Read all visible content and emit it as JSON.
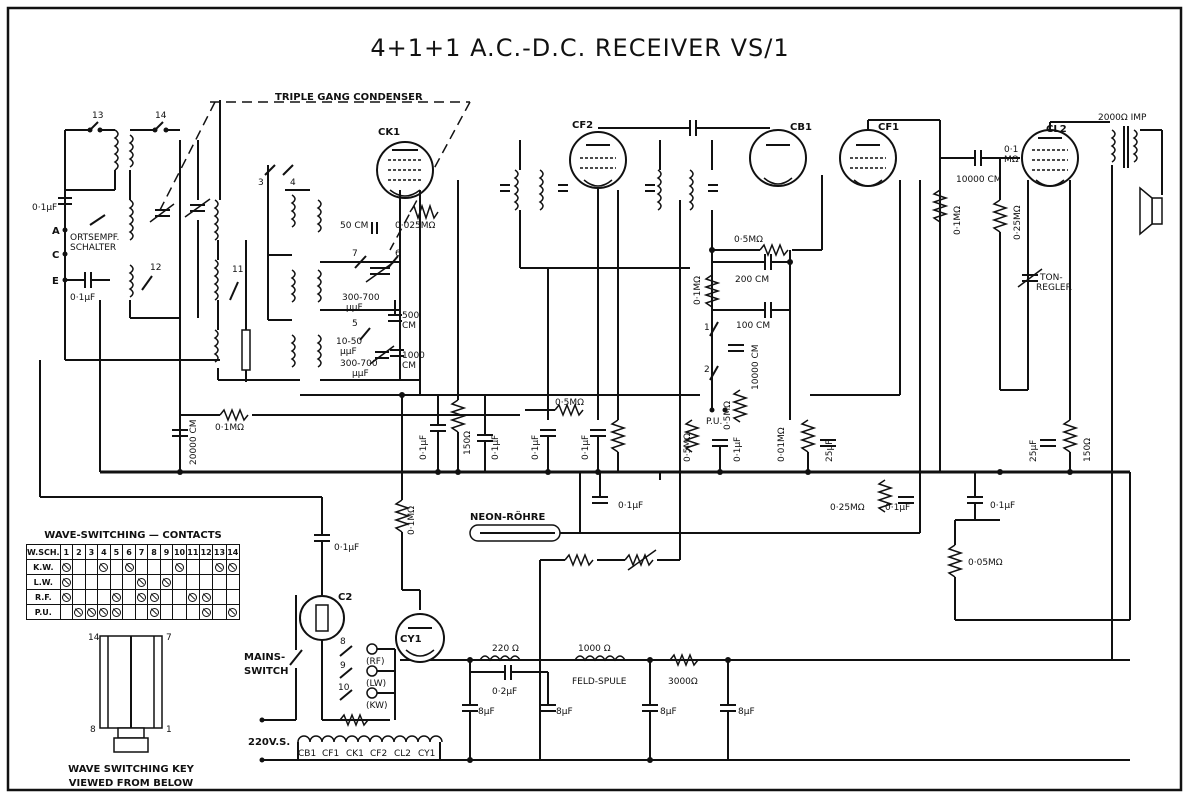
{
  "title": "4+1+1 A.C.-D.C. RECEIVER VS/1",
  "labels": {
    "triple_gang": "TRIPLE GANG CONDENSER",
    "ortsempf": "ORTSEMPF.",
    "schalter": "SCHALTER",
    "term_a": "A",
    "term_c": "C",
    "term_e": "E",
    "cap_0_1uf": "0·1µF",
    "r_0_1mohm": "0·1MΩ",
    "c_20000": "20000 CM",
    "c_50cm": "50 CM",
    "r_0025": "0·025MΩ",
    "c_300_700": "300-700",
    "uuf": "µµF",
    "c_500": "500",
    "cm": "CM",
    "c_10_50": "10-50",
    "c_1000": "1000",
    "r_150": "150Ω",
    "r_0_5mohm": "0·5MΩ",
    "c_200cm": "200 CM",
    "c_100cm": "100 CM",
    "c_10000cm": "10000 CM",
    "pu": "P.U.",
    "r_0_01": "0·01MΩ",
    "c_25uf": "25µF",
    "tonregler_1": "TON-",
    "tonregler_2": "REGLER",
    "r_0_25": "0·25MΩ",
    "r_0_05": "0·05MΩ",
    "r_01_line1": "0·1",
    "r_01_line2": "MΩ",
    "imp": "2000Ω IMP",
    "neon": "NEON-RÖHRE",
    "mains_1": "MAINS-",
    "mains_2": "SWITCH",
    "rf": "(RF)",
    "lw": "(LW)",
    "kw": "(KW)",
    "r_220": "220 Ω",
    "c_0_2": "0·2µF",
    "r_1000": "1000 Ω",
    "feld": "FELD-SPULE",
    "r_3000": "3000Ω",
    "c_8uf": "8µF",
    "mains_v": "220V.S.",
    "key_1": "WAVE SWITCHING KEY",
    "key_2": "VIEWED FROM BELOW",
    "key_14": "14",
    "key_7": "7",
    "key_8": "8",
    "key_1n": "1"
  },
  "switch_numbers": [
    "1",
    "2",
    "3",
    "4",
    "5",
    "6",
    "7",
    "8",
    "9",
    "10",
    "11",
    "12",
    "13",
    "14"
  ],
  "tubes": {
    "ck1": "CK1",
    "cf2": "CF2",
    "cb1": "CB1",
    "cf1": "CF1",
    "cl2": "CL2",
    "c2": "C2",
    "cy1": "CY1"
  },
  "filament_chain": [
    "CB1",
    "CF1",
    "CK1",
    "CF2",
    "CL2",
    "CY1"
  ],
  "wave_table": {
    "title": "WAVE-SWITCHING — CONTACTS",
    "header": [
      "W.SCH.",
      "1",
      "2",
      "3",
      "4",
      "5",
      "6",
      "7",
      "8",
      "9",
      "10",
      "11",
      "12",
      "13",
      "14"
    ],
    "rows": [
      {
        "label": "K.W.",
        "marks": [
          1,
          4,
          6,
          10,
          13,
          14
        ]
      },
      {
        "label": "L.W.",
        "marks": [
          1,
          7,
          9
        ]
      },
      {
        "label": "R.F.",
        "marks": [
          1,
          5,
          7,
          8,
          11,
          12
        ]
      },
      {
        "label": "P.U.",
        "marks": [
          2,
          3,
          4,
          5,
          8,
          12,
          14
        ]
      }
    ]
  }
}
